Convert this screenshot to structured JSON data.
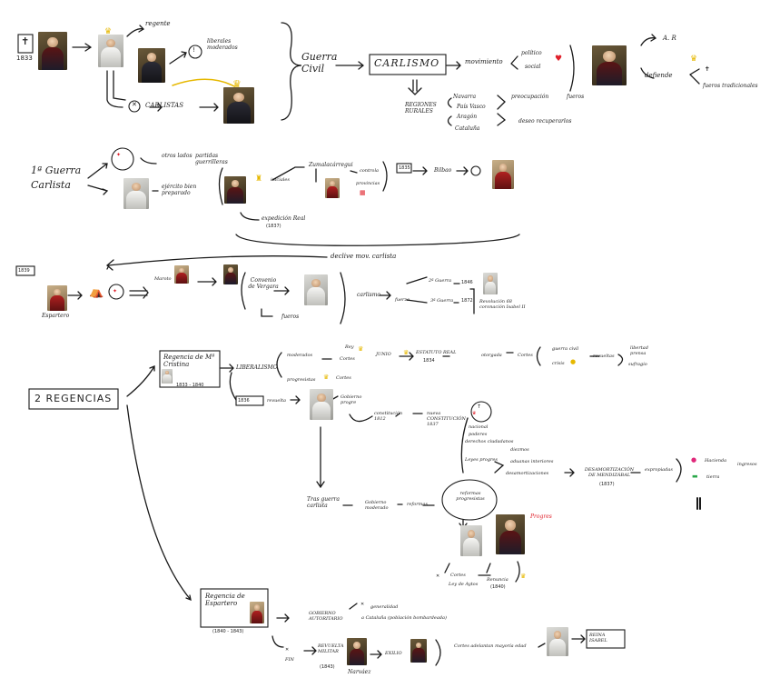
{
  "row1": {
    "year": "1833",
    "regente": "regente",
    "liberales": "liberales moderados",
    "carlistas": "CARLISTAS",
    "guerra": "Guerra Civil",
    "carlismo": "CARLISMO",
    "movimiento": "movimiento",
    "politico": "político",
    "social": "social",
    "regiones": "REGIONES RURALES",
    "navarra": "Navarra",
    "pais_vasco": "País Vasco",
    "aragon": "Aragón",
    "cataluna": "Cataluña",
    "preocupacion": "preocupación",
    "fueros": "fueros",
    "deseo": "deseo recuperarlos",
    "ar": "A. R",
    "defiende": "defiende",
    "fueros_trad": "fueros tradicionales"
  },
  "row2": {
    "primera_guerra": "1ª Guerra Carlista",
    "otros": "otros lados",
    "partidas": "partidas guerrilleras",
    "ejercito": "ejército bien preparado",
    "iniciales": "iniciales",
    "zumalacarregui": "Zumalacárregui",
    "controla": "controla",
    "provincias": "provincias",
    "expedicion": "expedición Real",
    "exp_year": "(1837)",
    "year": "1835",
    "bilbao": "Bilbao",
    "declive": "declive mov. carlista"
  },
  "row3": {
    "year": "1839",
    "espartero": "Espartero",
    "maroto": "Maroto",
    "convenio": "Convenio de Vergara",
    "fueros": "fueros",
    "carlismo": "carlismo",
    "fuerza": "fuerza",
    "g2": "2ª Guerra",
    "g3": "3ª Guerra",
    "y1846": "1846",
    "y1872": "1872",
    "revolucion": "Revolución 68 coronación Isabel II"
  },
  "row4": {
    "dos_regencias": "2 REGENCIAS",
    "regencia_mc": "Regencia de Mª Cristina",
    "mc_years": "1833 - 1840",
    "liberalismo": "LIBERALISMO",
    "moderados": "moderados",
    "progresistas": "progresistas",
    "rey": "Rey",
    "cortes": "Cortes",
    "cortes2": "Cortes",
    "junio": "JUNIO",
    "estatuto": "ESTATUTO REAL",
    "estatuto_year": "1834",
    "otorgada": "otorgada",
    "guerra_civil": "guerra civil",
    "crisis": "crisis",
    "revueltas": "revueltas",
    "libertad": "libertad prensa",
    "sufragio": "sufragio",
    "y1836": "1836",
    "revuelta": "revuelta",
    "gobierno_prog": "Gobierno progre",
    "constitucion": "constitución 1812",
    "nueva_const": "nueva CONSTITUCIÓN 1837",
    "nacional": "nacional",
    "poderes": "poderes",
    "derechos": "derechos ciudadanos",
    "leyes": "Leyes progres",
    "diezmos": "diezmos",
    "aduanas": "aduanas interiores",
    "desamort": "desamortizaciones",
    "desamort_mend": "DESAMORTIZACIÓN DE MENDIZÁBAL",
    "desamort_year": "(1837)",
    "expropiadas": "expropiadas",
    "hacienda": "Hacienda",
    "tierra": "tierra",
    "ingresos": "ingresos",
    "tras_guerra": "Tras guerra carlista",
    "gobierno_mod": "Gobierno moderado",
    "reformas": "reformas",
    "reformas_prog": "reformas progresistas",
    "progres_red": "Progres",
    "cortes3": "Cortes",
    "ley_ayto": "Ley de Aytos",
    "renuncia": "Renuncia",
    "renuncia_year": "(1840)"
  },
  "row5": {
    "regencia_esp": "Regencia de Espartero",
    "esp_years": "(1840 - 1843)",
    "gobierno_aut": "GOBIERNO AUTORITARIO",
    "generalidad": "generalidad",
    "cataluna": "a Cataluña (población bombardeada)",
    "fin": "FIN",
    "revuelta_mil": "REVUELTA MILITAR",
    "rev_year": "(1843)",
    "narvaez": "Narváez",
    "exilio": "EXILIO",
    "cortes_mayoria": "Cortes adelantan mayoría edad",
    "reina": "REINA ISABEL"
  },
  "colors": {
    "ink": "#1a1a1a",
    "crown": "#e6b800",
    "red": "#e0202a",
    "pink": "#e0287a",
    "green": "#2aa84a"
  }
}
